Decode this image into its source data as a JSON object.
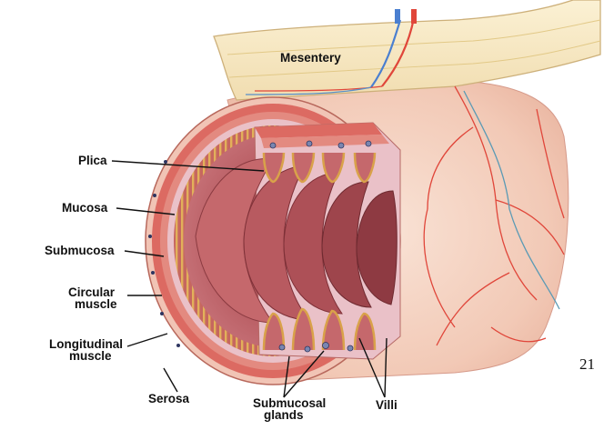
{
  "labels": {
    "mesentery": "Mesentery",
    "plica": "Plica",
    "mucosa": "Mucosa",
    "submucosa": "Submucosa",
    "circular_1": "Circular",
    "circular_2": "muscle",
    "longitudinal_1": "Longitudinal",
    "longitudinal_2": "muscle",
    "serosa": "Serosa",
    "submucosal_1": "Submucosal",
    "submucosal_2": "glands",
    "villi": "Villi"
  },
  "page_number": "21",
  "colors": {
    "lumen": "#b0555c",
    "lumen_dark": "#7e3037",
    "muscle": "#d9665f",
    "submucosa": "#e7b9c2",
    "villi": "#d9a24a",
    "intestine_outer": "#f4d6c6",
    "mesentery": "#f6e8c2",
    "vessel_red": "#e0463a",
    "vessel_blue": "#4a7fd0"
  }
}
